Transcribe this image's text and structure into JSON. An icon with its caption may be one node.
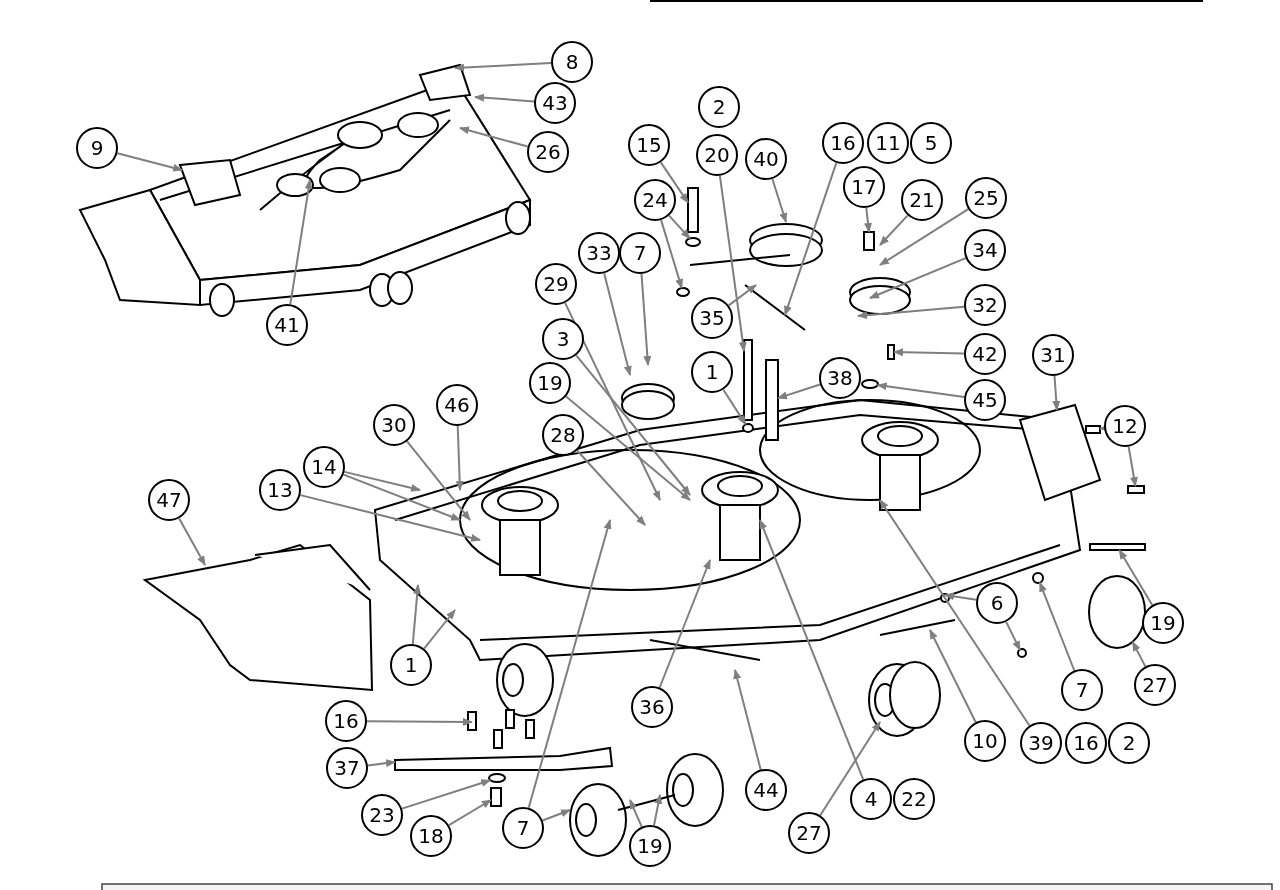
{
  "diagram": {
    "nodes": [
      {
        "text": [
          "8"
        ]
      },
      {
        "text": [
          "43"
        ]
      },
      {
        "text": [
          "2"
        ]
      },
      {
        "text": [
          "9"
        ]
      },
      {
        "text": [
          "26"
        ]
      },
      {
        "text": [
          "15"
        ]
      },
      {
        "text": [
          "20"
        ]
      },
      {
        "text": [
          "40"
        ]
      },
      {
        "text": [
          "16"
        ]
      },
      {
        "text": [
          "11"
        ]
      },
      {
        "text": [
          "5"
        ]
      },
      {
        "text": [
          "17"
        ]
      },
      {
        "text": [
          "24"
        ]
      },
      {
        "text": [
          "21"
        ]
      },
      {
        "text": [
          "25"
        ]
      },
      {
        "text": [
          "33"
        ]
      },
      {
        "text": [
          "7"
        ]
      },
      {
        "text": [
          "34"
        ]
      },
      {
        "text": [
          "29"
        ]
      },
      {
        "text": [
          "35"
        ]
      },
      {
        "text": [
          "32"
        ]
      },
      {
        "text": [
          "41"
        ]
      },
      {
        "text": [
          "3"
        ]
      },
      {
        "text": [
          "1"
        ]
      },
      {
        "text": [
          "38"
        ]
      },
      {
        "text": [
          "42"
        ]
      },
      {
        "text": [
          "31"
        ]
      },
      {
        "text": [
          "19"
        ]
      },
      {
        "text": [
          "45"
        ]
      },
      {
        "text": [
          "46"
        ]
      },
      {
        "text": [
          "30"
        ]
      },
      {
        "text": [
          "12"
        ]
      },
      {
        "text": [
          "28"
        ]
      },
      {
        "text": [
          "14"
        ]
      },
      {
        "text": [
          "13"
        ]
      },
      {
        "text": [
          "47"
        ]
      },
      {
        "text": [
          "6"
        ]
      },
      {
        "text": [
          "19"
        ]
      },
      {
        "text": [
          "1"
        ]
      },
      {
        "text": [
          "7"
        ]
      },
      {
        "text": [
          "27"
        ]
      },
      {
        "text": [
          "36"
        ]
      },
      {
        "text": [
          "16"
        ]
      },
      {
        "text": [
          "10"
        ]
      },
      {
        "text": [
          "39"
        ]
      },
      {
        "text": [
          "16"
        ]
      },
      {
        "text": [
          "2"
        ]
      },
      {
        "text": [
          "37"
        ]
      },
      {
        "text": [
          "44"
        ]
      },
      {
        "text": [
          "4"
        ]
      },
      {
        "text": [
          "22"
        ]
      },
      {
        "text": [
          "23"
        ]
      },
      {
        "text": [
          "7"
        ]
      },
      {
        "text": [
          "27"
        ]
      },
      {
        "text": [
          "18"
        ]
      },
      {
        "text": [
          "19"
        ]
      },
      {
        "text": [],
        "shape": "bar"
      },
      {
        "text": [],
        "shape": "bar"
      },
      {
        "text": [],
        "shape": "circle"
      },
      {
        "text": [],
        "shape": "bar"
      },
      {
        "text": [],
        "shape": "box"
      },
      {
        "text": [],
        "shape": "circle"
      },
      {
        "text": [],
        "shape": "circle"
      },
      {
        "text": [],
        "shape": "circle"
      },
      {
        "text": [],
        "shape": "bar"
      },
      {
        "text": [],
        "shape": "circle"
      },
      {
        "text": [],
        "shape": "circle"
      },
      {
        "text": [],
        "shape": "bar"
      },
      {
        "text": [],
        "shape": "bar"
      },
      {
        "text": [],
        "shape": "bar"
      },
      {
        "text": [],
        "shape": "circle"
      },
      {
        "text": [],
        "shape": "bar"
      }
    ],
    "edges": [
      {
        "from": 0,
        "to": null,
        "arrow": "to"
      },
      {
        "from": 1,
        "to": null,
        "arrow": "to"
      },
      {
        "from": 3,
        "to": null,
        "arrow": "to"
      },
      {
        "from": 4,
        "to": null,
        "arrow": "to"
      },
      {
        "from": 5,
        "to": 56,
        "arrow": "to"
      },
      {
        "from": 6,
        "to": 57,
        "arrow": "to"
      },
      {
        "from": 7,
        "to": null,
        "arrow": "to"
      },
      {
        "from": 8,
        "to": null,
        "arrow": "to"
      },
      {
        "from": 11,
        "to": null,
        "arrow": "to"
      },
      {
        "from": 12,
        "to": 65,
        "arrow": "to"
      },
      {
        "from": 12,
        "to": 58,
        "arrow": "to"
      },
      {
        "from": 13,
        "to": null,
        "arrow": "to"
      },
      {
        "from": 14,
        "to": null,
        "arrow": "to"
      },
      {
        "from": 15,
        "to": null,
        "arrow": "to"
      },
      {
        "from": 16,
        "to": null,
        "arrow": "to"
      },
      {
        "from": 17,
        "to": null,
        "arrow": "to"
      },
      {
        "from": 18,
        "to": null,
        "arrow": "to"
      },
      {
        "from": 19,
        "to": null,
        "arrow": "to"
      },
      {
        "from": 20,
        "to": null,
        "arrow": "to"
      },
      {
        "from": 21,
        "to": null,
        "arrow": "to"
      },
      {
        "from": 22,
        "to": null,
        "arrow": "to"
      },
      {
        "from": 23,
        "to": 66,
        "arrow": "to"
      },
      {
        "from": 24,
        "to": 67,
        "arrow": "to"
      },
      {
        "from": 25,
        "to": 59,
        "arrow": "to"
      },
      {
        "from": 26,
        "to": 60,
        "arrow": "to"
      },
      {
        "from": 27,
        "to": null,
        "arrow": "to"
      },
      {
        "from": 28,
        "to": 61,
        "arrow": "to"
      },
      {
        "from": 29,
        "to": null,
        "arrow": "to"
      },
      {
        "from": 30,
        "to": null,
        "arrow": "to"
      },
      {
        "from": 31,
        "to": 68,
        "arrow": "to"
      },
      {
        "from": 31,
        "to": 69,
        "arrow": "to"
      },
      {
        "from": 32,
        "to": null,
        "arrow": "to"
      },
      {
        "from": 33,
        "to": null,
        "arrow": "to"
      },
      {
        "from": 33,
        "to": null,
        "arrow": "to"
      },
      {
        "from": 34,
        "to": null,
        "arrow": "to"
      },
      {
        "from": 35,
        "to": null,
        "arrow": "to"
      },
      {
        "from": 36,
        "to": null,
        "arrow": "to"
      },
      {
        "from": 36,
        "to": null,
        "arrow": "to"
      },
      {
        "from": 37,
        "to": 71,
        "arrow": "to"
      },
      {
        "from": 38,
        "to": null,
        "arrow": "to"
      },
      {
        "from": 38,
        "to": null,
        "arrow": "to"
      },
      {
        "from": 39,
        "to": 62,
        "arrow": "to"
      },
      {
        "from": 40,
        "to": 70,
        "arrow": "to"
      },
      {
        "from": 41,
        "to": null,
        "arrow": "to"
      },
      {
        "from": 42,
        "to": null,
        "arrow": "to"
      },
      {
        "from": 43,
        "to": null,
        "arrow": "to"
      },
      {
        "from": 44,
        "to": null,
        "arrow": "to"
      },
      {
        "from": 47,
        "to": null,
        "arrow": "to"
      },
      {
        "from": 48,
        "to": null,
        "arrow": "to"
      },
      {
        "from": 49,
        "to": null,
        "arrow": "to"
      },
      {
        "from": 51,
        "to": 63,
        "arrow": "to"
      },
      {
        "from": 52,
        "to": null,
        "arrow": "to"
      },
      {
        "from": 52,
        "to": null,
        "arrow": "to"
      },
      {
        "from": 53,
        "to": null,
        "arrow": "to"
      },
      {
        "from": 54,
        "to": 64,
        "arrow": "to"
      },
      {
        "from": 55,
        "to": null,
        "arrow": "to"
      },
      {
        "from": 55,
        "to": null,
        "arrow": "to"
      }
    ]
  }
}
